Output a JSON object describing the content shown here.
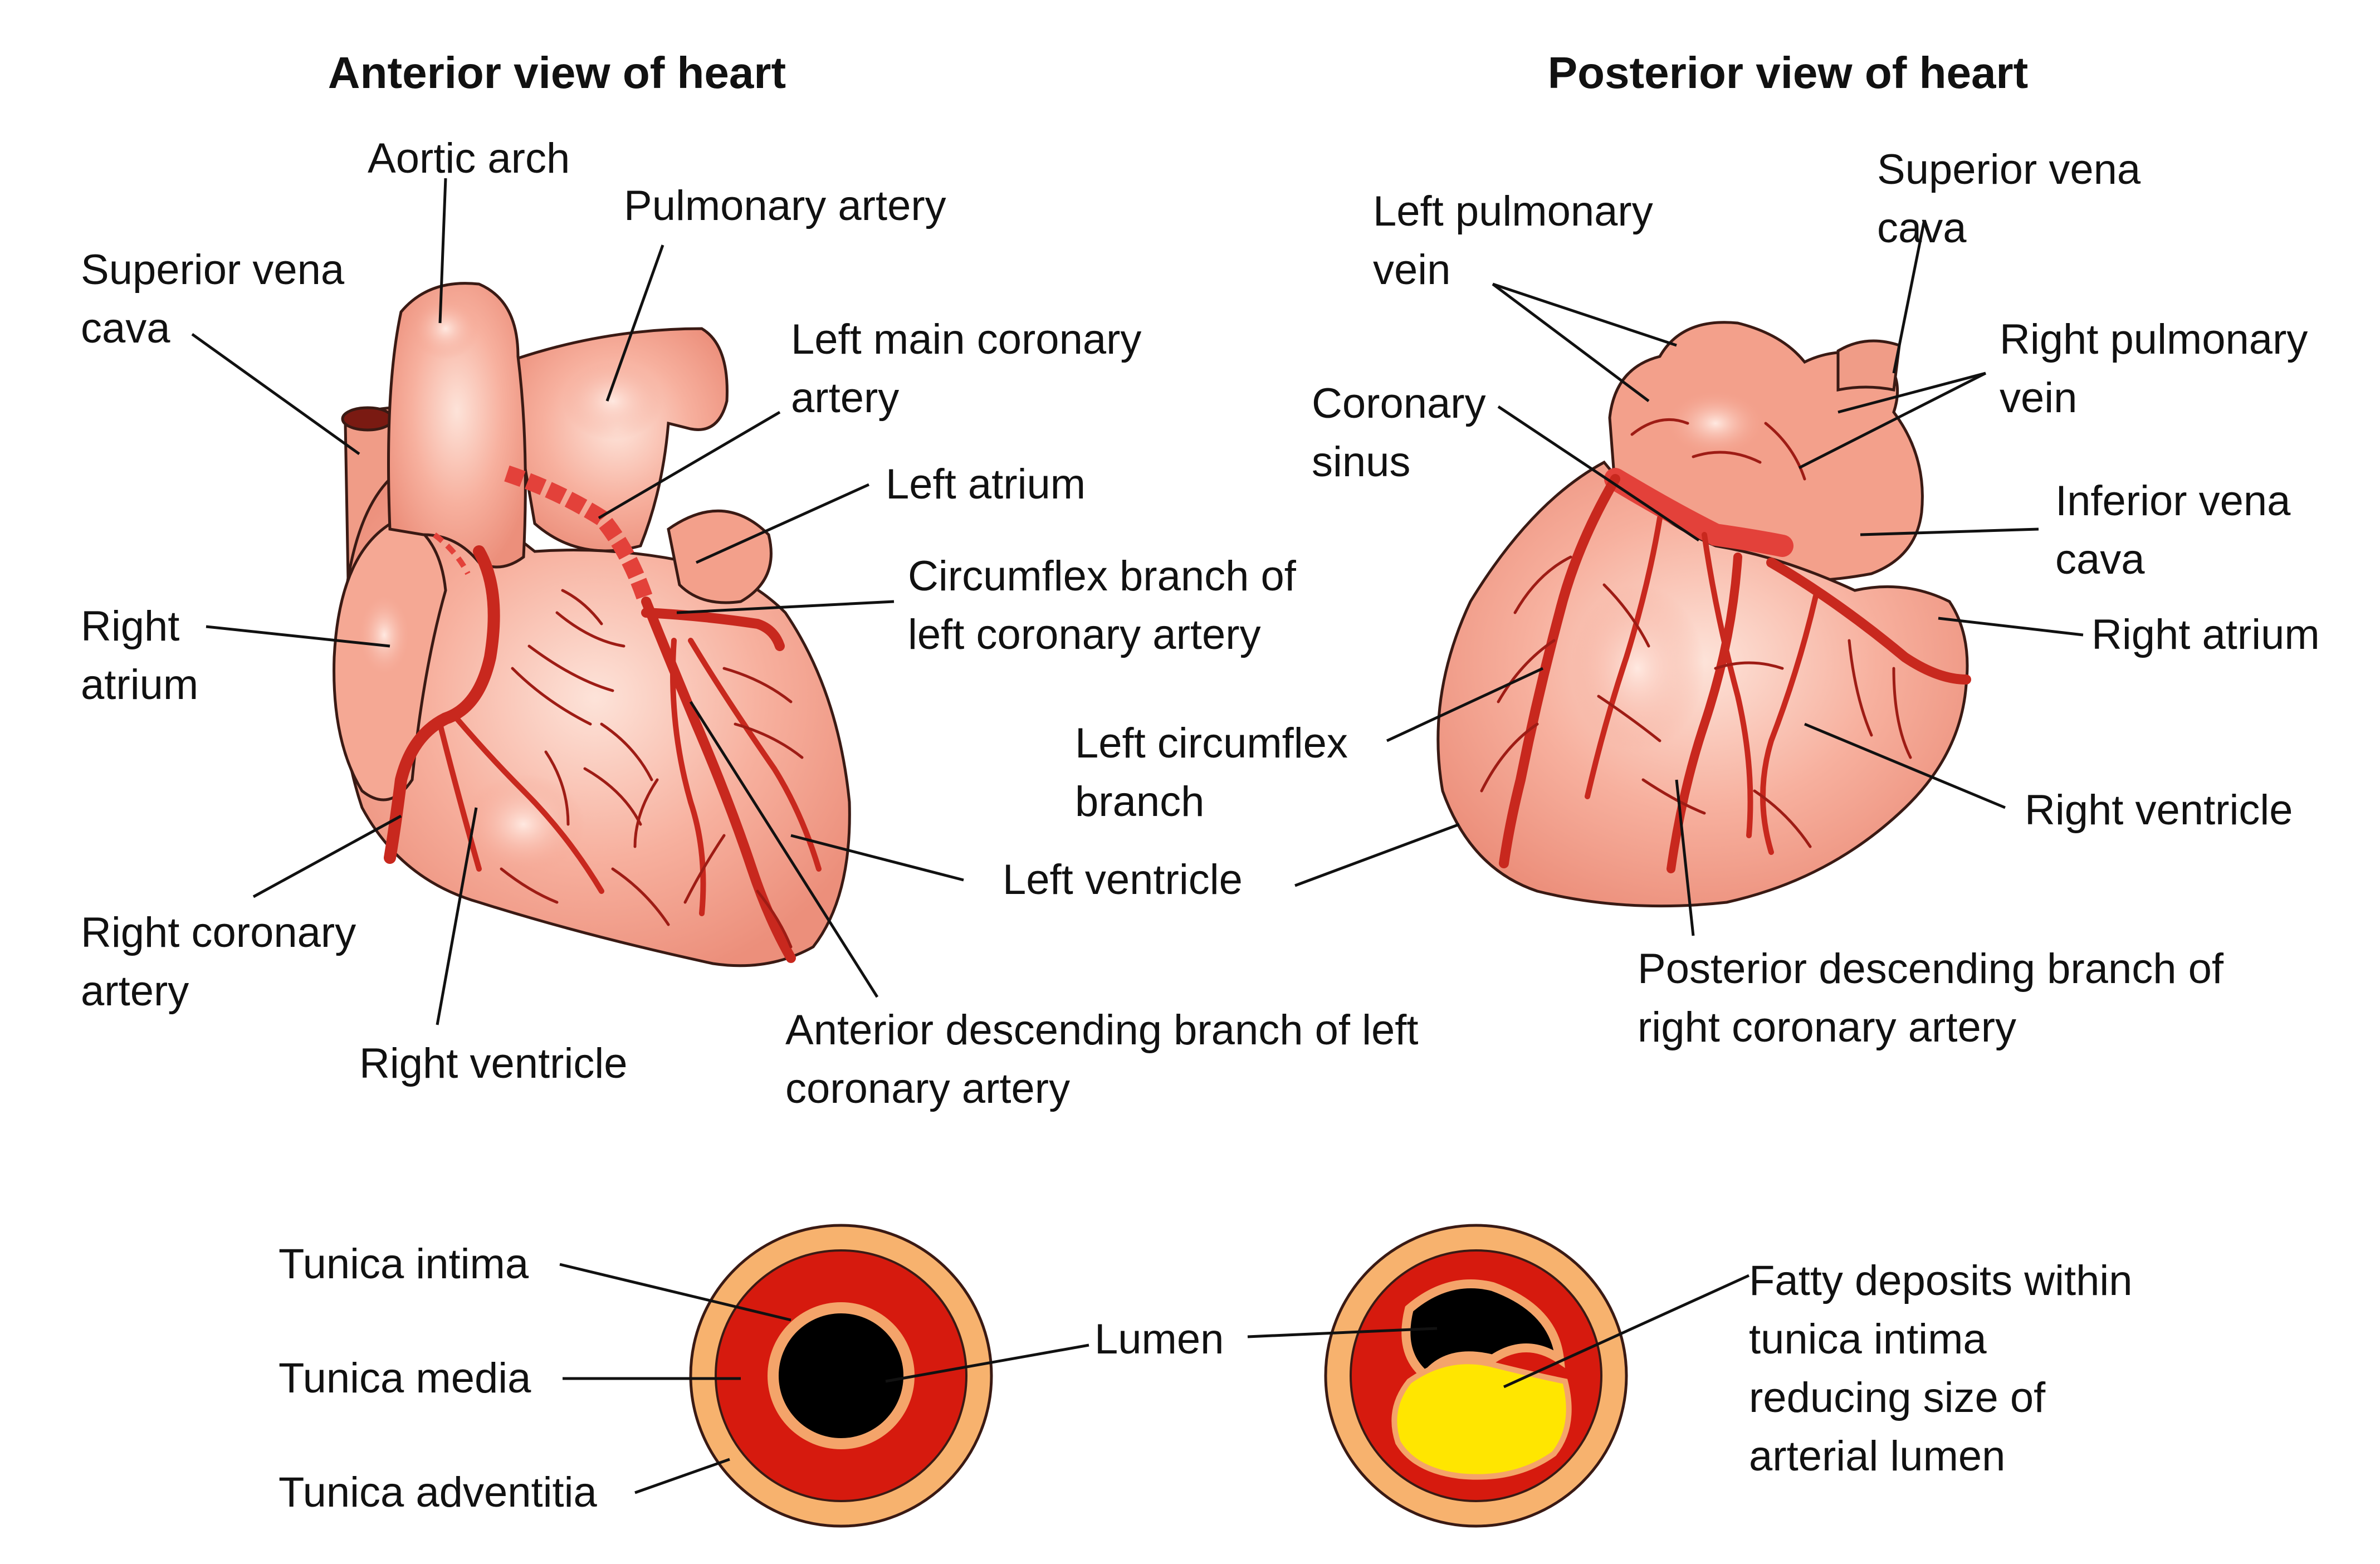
{
  "titles": {
    "anterior": "Anterior view of heart",
    "posterior": "Posterior view of heart"
  },
  "anterior_labels": {
    "aortic_arch": "Aortic arch",
    "pulmonary_artery": "Pulmonary artery",
    "svc_1": "Superior vena",
    "svc_2": "cava",
    "lmca_1": "Left main coronary",
    "lmca_2": "artery",
    "left_atrium": "Left atrium",
    "circ_1": "Circumflex branch of",
    "circ_2": "left coronary artery",
    "ra_1": "Right",
    "ra_2": "atrium",
    "left_ventricle": "Left ventricle",
    "rca_1": "Right coronary",
    "rca_2": "artery",
    "right_ventricle": "Right ventricle",
    "lad_1": "Anterior descending branch of left",
    "lad_2": "coronary artery"
  },
  "posterior_labels": {
    "lpv_1": "Left pulmonary",
    "lpv_2": "vein",
    "svc_1": "Superior vena",
    "svc_2": "cava",
    "rpv_1": "Right pulmonary",
    "rpv_2": "vein",
    "cs_1": "Coronary",
    "cs_2": "sinus",
    "ivc_1": "Inferior vena",
    "ivc_2": "cava",
    "right_atrium": "Right atrium",
    "lcx_1": "Left circumflex",
    "lcx_2": "branch",
    "right_ventricle": "Right ventricle",
    "pda_1": "Posterior descending branch of",
    "pda_2": "right coronary artery"
  },
  "artery_labels": {
    "intima": "Tunica intima",
    "media": "Tunica media",
    "adventitia": "Tunica adventitia",
    "lumen": "Lumen",
    "fat_1": "Fatty deposits within",
    "fat_2": "tunica intima",
    "fat_3": "reducing size of",
    "fat_4": "arterial lumen"
  },
  "colors": {
    "heart_tissue": "#f4a08c",
    "artery_red": "#d9271c",
    "vessel_dark": "#9e1c15",
    "adventitia": "#f7b26e",
    "media": "#d61a0e",
    "intima": "#f4a46a",
    "lumen": "#000000",
    "fatty_deposit": "#ffe600"
  }
}
